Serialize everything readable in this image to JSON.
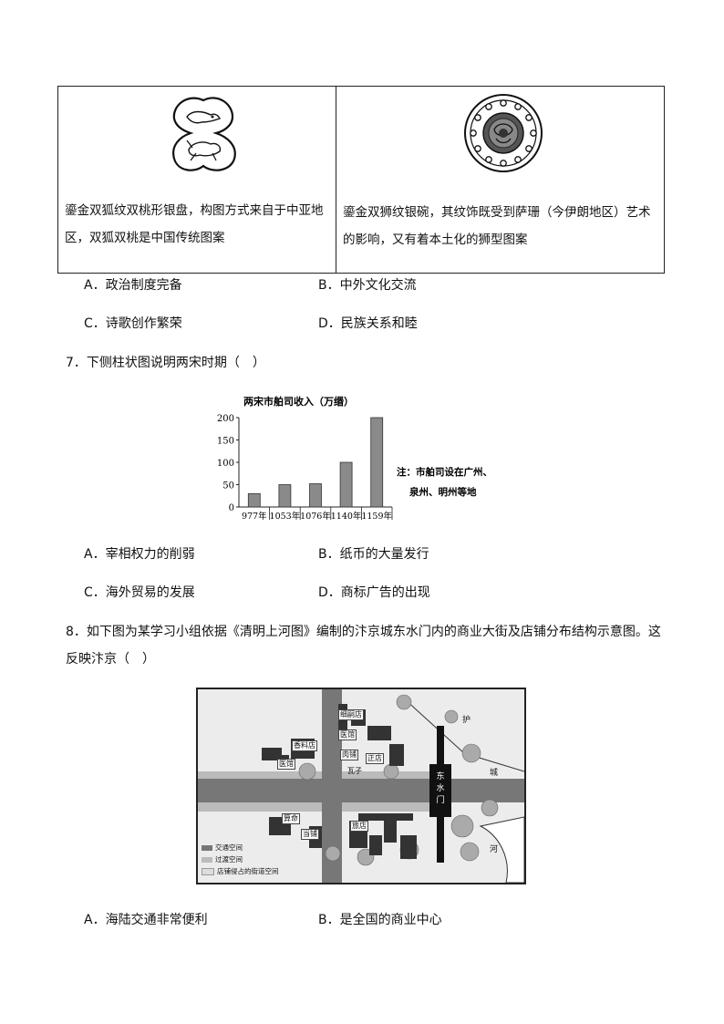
{
  "table": {
    "left": {
      "icon": "double-fox-peach-plate-icon",
      "text": "鎏金双狐纹双桃形银盘，构图方式来自于中亚地区，双狐双桃是中国传统图案"
    },
    "right": {
      "icon": "double-lion-silver-bowl-icon",
      "text": "鎏金双狮纹银碗，其纹饰既受到萨珊（今伊朗地区）艺术的影响，又有着本土化的狮型图案"
    }
  },
  "q6": {
    "options": [
      {
        "label": "A．政治制度完备"
      },
      {
        "label": "B．中外文化交流"
      },
      {
        "label": "C．诗歌创作繁荣"
      },
      {
        "label": "D．民族关系和睦"
      }
    ]
  },
  "q7": {
    "question": "7．下侧柱状图说明两宋时期（　）",
    "options": [
      {
        "label": "A．宰相权力的削弱"
      },
      {
        "label": "B．纸币的大量发行"
      },
      {
        "label": "C．海外贸易的发展"
      },
      {
        "label": "D．商标广告的出现"
      }
    ]
  },
  "chart_data": {
    "type": "bar",
    "title": "两宋市舶司收入（万缗）",
    "categories": [
      "977年",
      "1053年",
      "1076年",
      "1140年",
      "1159年"
    ],
    "values": [
      30,
      50,
      52,
      100,
      200
    ],
    "yticks": [
      0,
      50,
      100,
      150,
      200
    ],
    "ylim": [
      0,
      200
    ],
    "note_line1": "注：市舶司设在广州、",
    "note_line2": "泉州、明州等地",
    "bar_color": "#8a8a8a"
  },
  "q8": {
    "question_line1": "8．如下图为某学习小组依据《清明上河图》编制的汴京城东水门内的商业大街及店铺分布结构示意图。这",
    "question_line2": "反映汴京（　）",
    "map": {
      "shops": [
        "细嗣店",
        "医馆",
        "香料店",
        "医馆",
        "肉铺",
        "正店",
        "瓦子",
        "算命",
        "当铺",
        "旅店"
      ],
      "gate": "东水门",
      "moat": "护",
      "wall": "城",
      "river": "河",
      "legend": [
        "交通空间",
        "过渡空间",
        "店铺侵占的街道空间"
      ]
    },
    "options": [
      {
        "label": "A．海陆交通非常便利"
      },
      {
        "label": "B．是全国的商业中心"
      }
    ]
  }
}
